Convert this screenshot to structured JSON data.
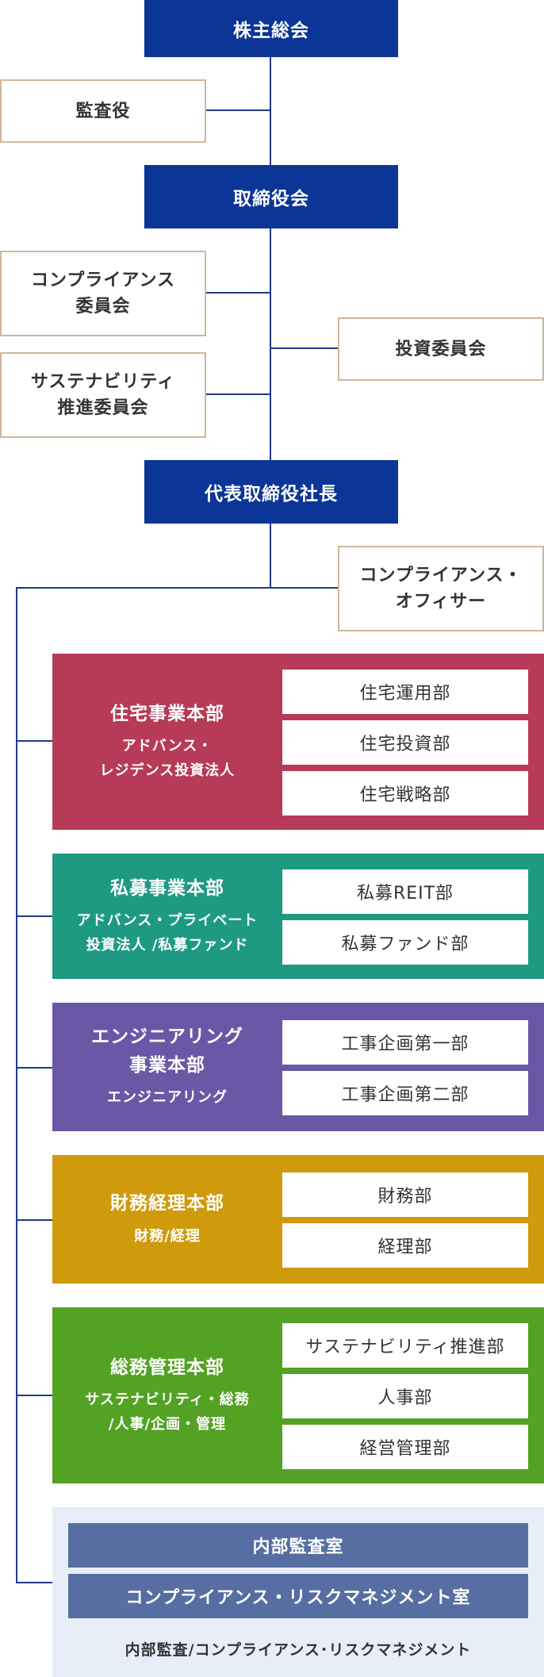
{
  "top": {
    "shareholders": "株主総会",
    "auditors": "監査役",
    "board": "取締役会",
    "compliance_committee": [
      "コンプライアンス",
      "委員会"
    ],
    "investment_committee": "投資委員会",
    "sustainability_committee": [
      "サステナビリティ",
      "推進委員会"
    ],
    "president": "代表取締役社長",
    "compliance_officer": [
      "コンプライアンス・",
      "オフィサー"
    ]
  },
  "divisions": [
    {
      "title": [
        "住宅事業本部"
      ],
      "subtitle": [
        "アドバンス・",
        "レジデンス投資法人"
      ],
      "color": "#b73a56",
      "departments": [
        "住宅運用部",
        "住宅投資部",
        "住宅戦略部"
      ]
    },
    {
      "title": [
        "私募事業本部"
      ],
      "subtitle": [
        "アドバンス・プライベート",
        "投資法人 /私募ファンド"
      ],
      "color": "#1e9a82",
      "departments": [
        "私募REIT部",
        "私募ファンド部"
      ]
    },
    {
      "title": [
        "エンジニアリング",
        "事業本部"
      ],
      "subtitle": [
        "エンジニアリング"
      ],
      "color": "#6a58a6",
      "departments": [
        "工事企画第一部",
        "工事企画第二部"
      ]
    },
    {
      "title": [
        "財務経理本部"
      ],
      "subtitle": [
        "財務/経理"
      ],
      "color": "#d09a0d",
      "departments": [
        "財務部",
        "経理部"
      ]
    },
    {
      "title": [
        "総務管理本部"
      ],
      "subtitle": [
        "サステナビリティ・総務",
        "/人事/企画・管理"
      ],
      "color": "#53a224",
      "departments": [
        "サステナビリティ推進部",
        "人事部",
        "経営管理部"
      ]
    }
  ],
  "audit": {
    "internal_audit": "内部監査室",
    "compliance_risk": "コンプライアンス・リスクマネジメント室",
    "caption": "内部監査/コンプライアンス･リスクマネジメント"
  }
}
